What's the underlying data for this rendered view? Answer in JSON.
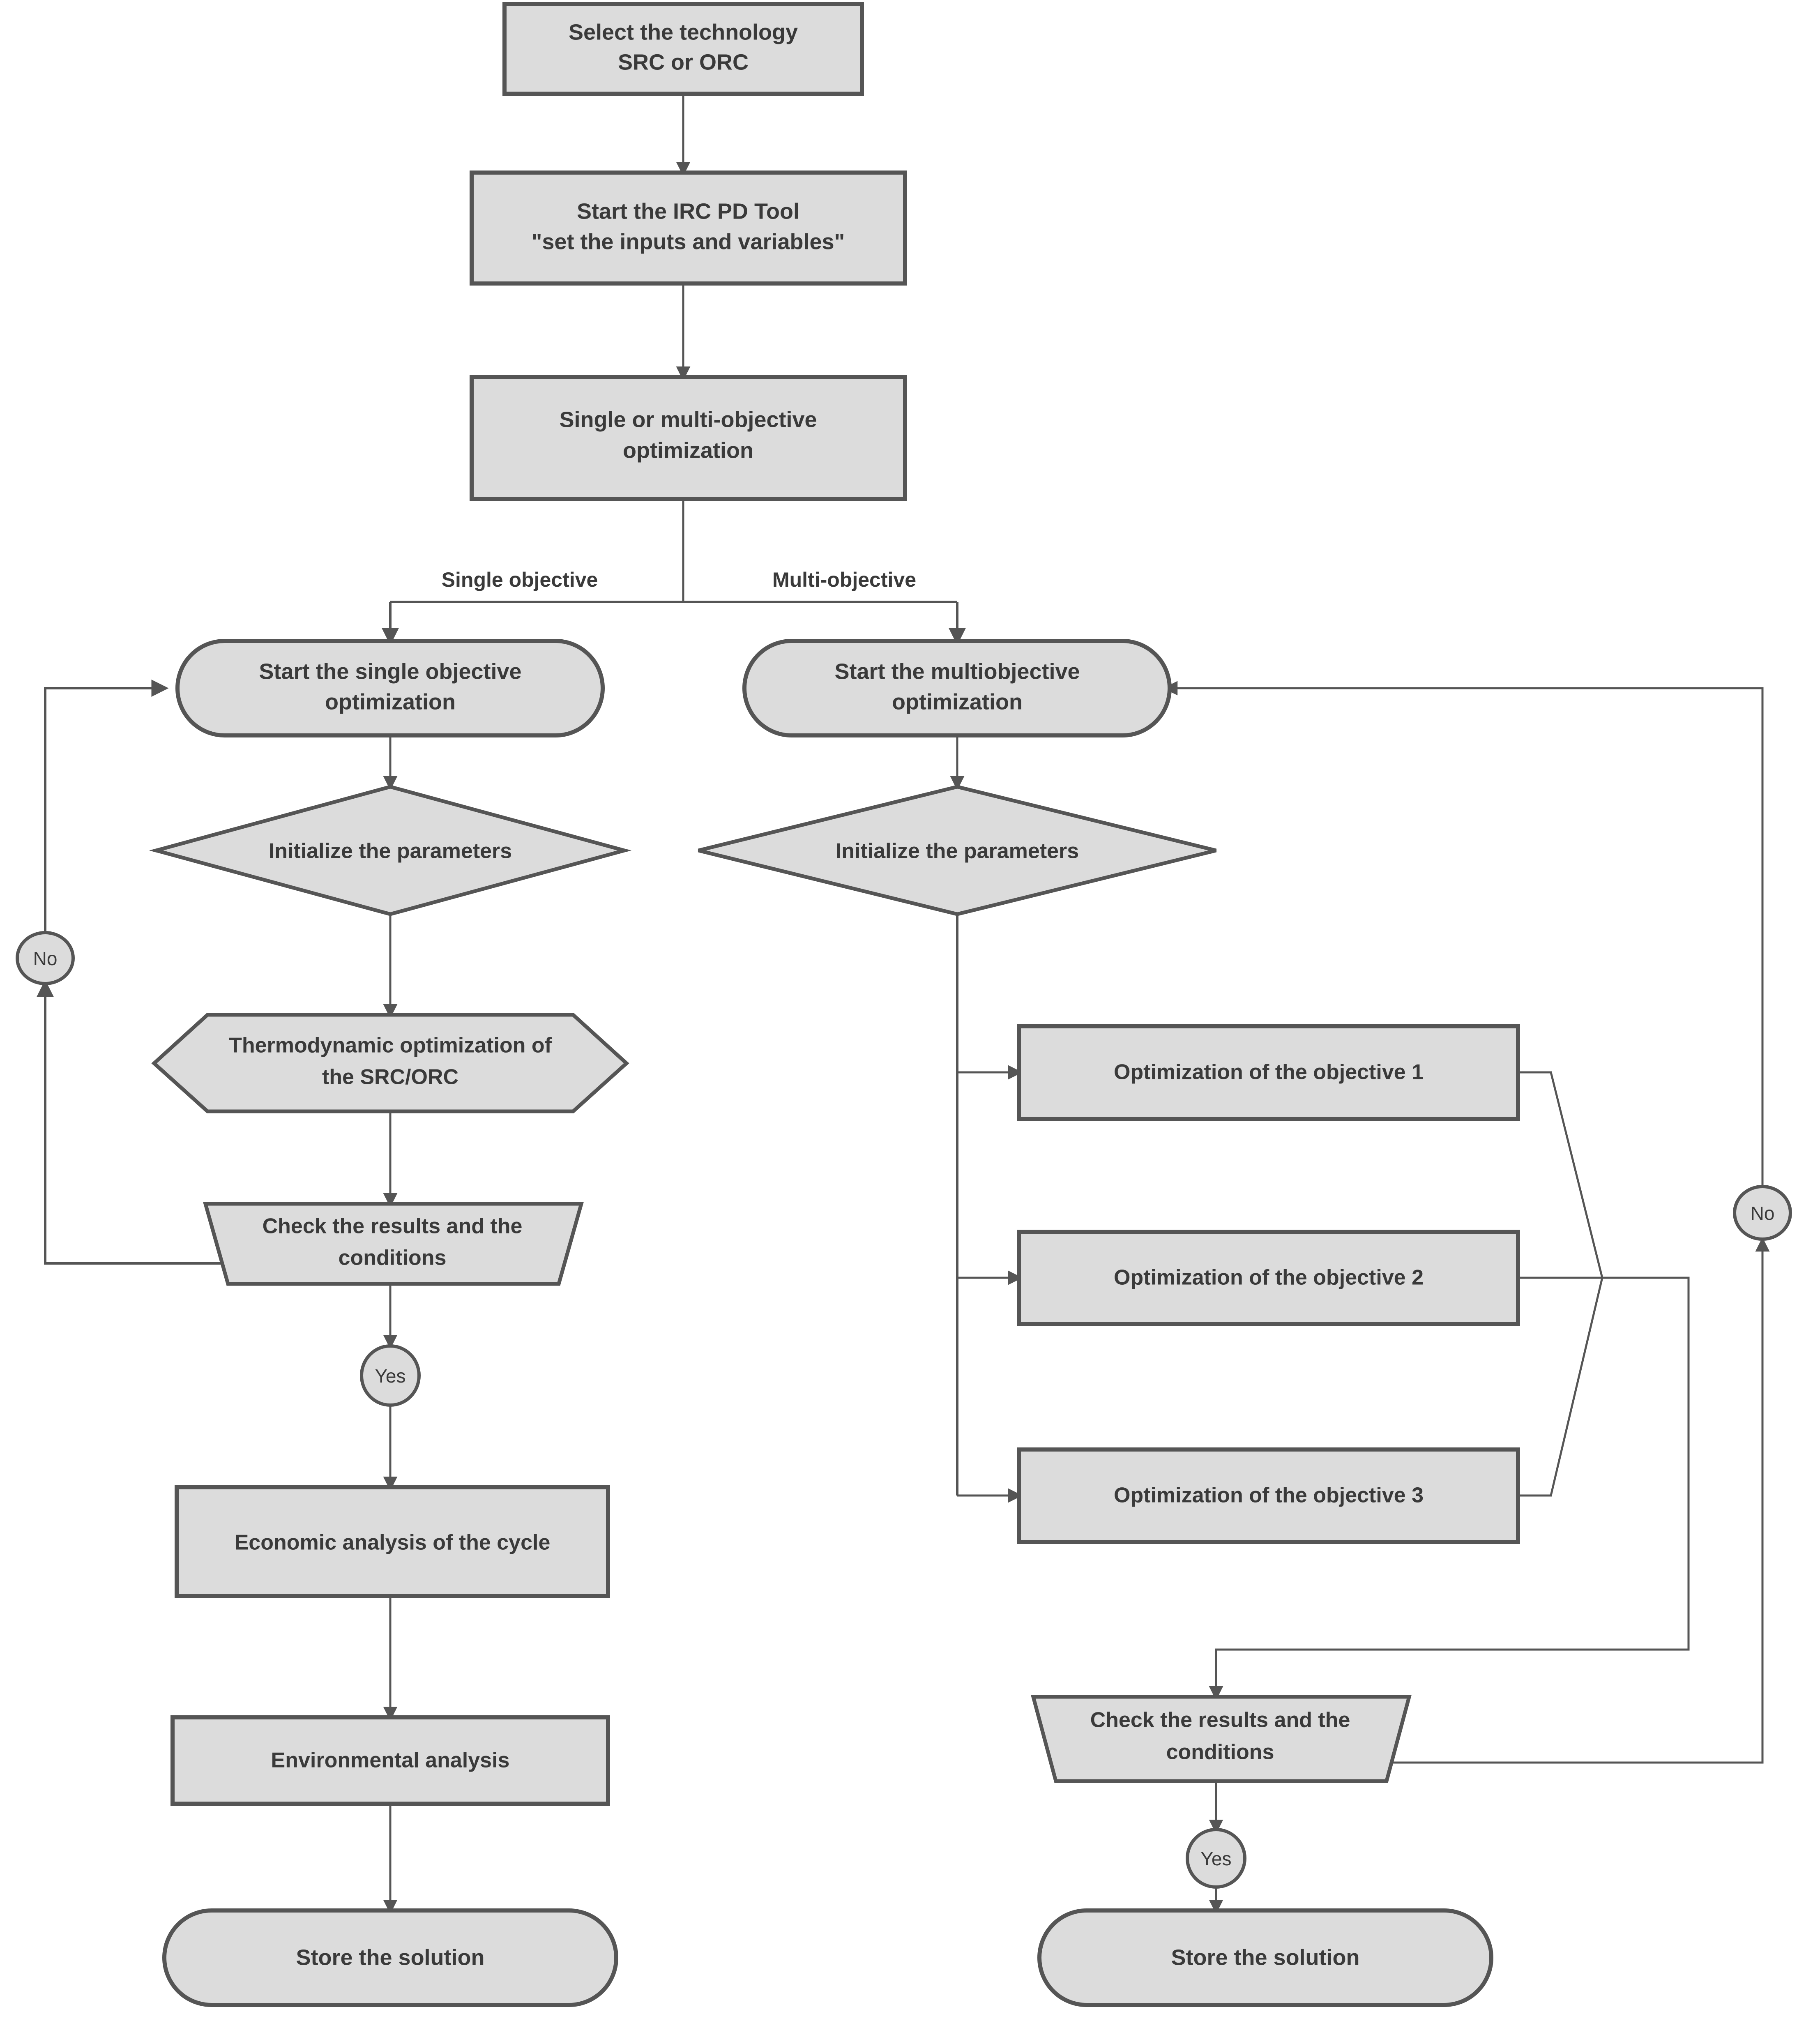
{
  "diagram": {
    "title": "IRC PD Tool optimization workflow flowchart",
    "palette": {
      "shape_fill": "#dcdcdc",
      "shape_border": "#555555",
      "text": "#3a3a3a",
      "background": "#ffffff"
    },
    "nodes": {
      "select_technology": {
        "line1": "Select the technology",
        "line2": "SRC or ORC",
        "shape": "rectangle"
      },
      "start_tool": {
        "line1": "Start the IRC PD Tool",
        "line2": "\"set the inputs and variables\"",
        "shape": "rectangle"
      },
      "single_or_multi": {
        "line1": "Single or multi-objective",
        "line2": "optimization",
        "shape": "rectangle"
      },
      "start_single": {
        "line1": "Start the single objective",
        "line2": "optimization",
        "shape": "stadium"
      },
      "start_multi": {
        "line1": "Start the multiobjective",
        "line2": "optimization",
        "shape": "stadium"
      },
      "init_params_left": {
        "line1": "Initialize the parameters",
        "shape": "diamond"
      },
      "init_params_right": {
        "line1": "Initialize the parameters",
        "shape": "diamond"
      },
      "thermo_opt": {
        "line1": "Thermodynamic optimization of",
        "line2": "the SRC/ORC",
        "shape": "hexagon"
      },
      "check_left": {
        "line1": "Check the results and the",
        "line2": "conditions",
        "shape": "trapezoid"
      },
      "economic_analysis": {
        "line1": "Economic analysis of the cycle",
        "shape": "rectangle"
      },
      "environmental_analysis": {
        "line1": "Environmental analysis",
        "shape": "rectangle"
      },
      "store_solution_left": {
        "line1": "Store the solution",
        "shape": "stadium"
      },
      "objective_1": {
        "line1": "Optimization of the objective 1",
        "shape": "rectangle"
      },
      "objective_2": {
        "line1": "Optimization of the objective 2",
        "shape": "rectangle"
      },
      "objective_3": {
        "line1": "Optimization of the objective 3",
        "shape": "rectangle"
      },
      "check_right": {
        "line1": "Check the results and the",
        "line2": "conditions",
        "shape": "trapezoid"
      },
      "store_solution_right": {
        "line1": "Store the solution",
        "shape": "stadium"
      }
    },
    "edge_labels": {
      "single_objective": "Single objective",
      "multi_objective": "Multi-objective",
      "no_left": "No",
      "yes_left": "Yes",
      "no_right": "No",
      "yes_right": "Yes"
    }
  }
}
